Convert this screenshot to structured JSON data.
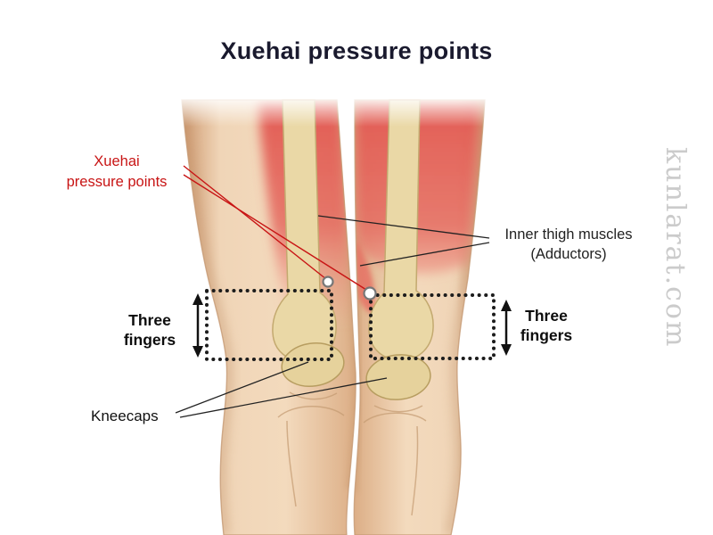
{
  "title": "Xuehai pressure points",
  "watermark": "kunlarat.com",
  "labels": {
    "xuehai": "Xuehai\npressure points",
    "inner_thigh": "Inner thigh muscles\n(Adductors)",
    "three_fingers_left": "Three\nfingers",
    "three_fingers_right": "Three\nfingers",
    "kneecaps": "Kneecaps"
  },
  "colors": {
    "title_text": "#1a1a2e",
    "label_red": "#c81414",
    "label_black": "#111111",
    "skin": "#eecdab",
    "muscle_red": "#e25a52",
    "bone": "#ead8a6",
    "dotted_box": "#1c1c1c",
    "watermark": "#cbcbcb",
    "pressure_point_ring": "#777777"
  }
}
